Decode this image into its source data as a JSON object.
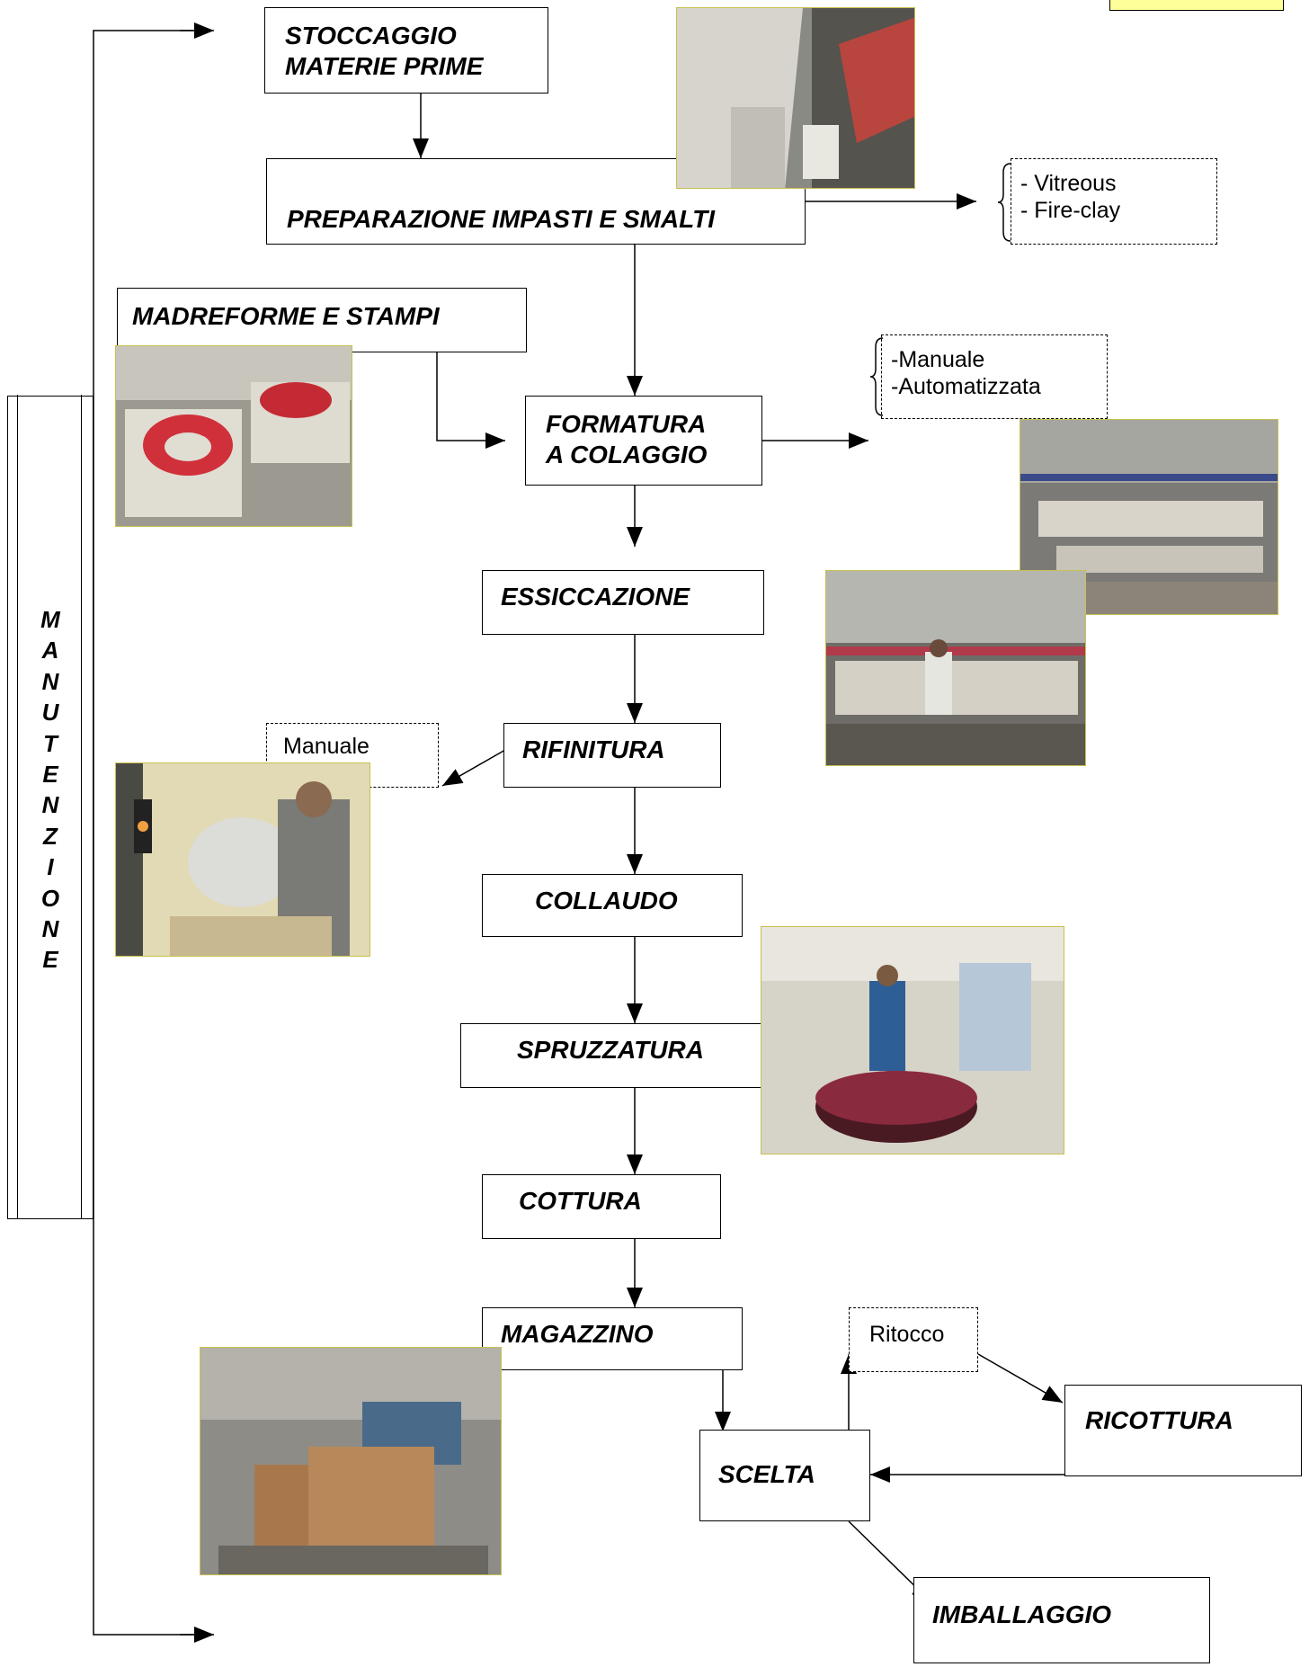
{
  "steps": {
    "stoccaggio": "STOCCAGGIO\nMATERIE PRIME",
    "preparazione": "PREPARAZIONE IMPASTI E SMALTI",
    "madreforme": "MADREFORME E STAMPI",
    "formatura": "FORMATURA\nA COLAGGIO",
    "essiccazione": "ESSICCAZIONE",
    "rifinitura": "RIFINITURA",
    "collaudo": "COLLAUDO",
    "spruzzatura": "SPRUZZATURA",
    "cottura": "COTTURA",
    "magazzino": "MAGAZZINO",
    "scelta": "SCELTA",
    "ricottura": "RICOTTURA",
    "imballaggio": "IMBALLAGGIO"
  },
  "notes": {
    "impasti": "- Vitreous\n- Fire-clay",
    "formatura": "-Manuale\n-Automatizzata",
    "rifinitura": "Manuale",
    "ritocco": "Ritocco"
  },
  "manutenzione_letters": [
    "M",
    "A",
    "N",
    "U",
    "T",
    "E",
    "N",
    "Z",
    "I",
    "O",
    "N",
    "E"
  ],
  "colors": {
    "photo_frame": "#c8c050",
    "tag_fill": "#ffff99"
  }
}
